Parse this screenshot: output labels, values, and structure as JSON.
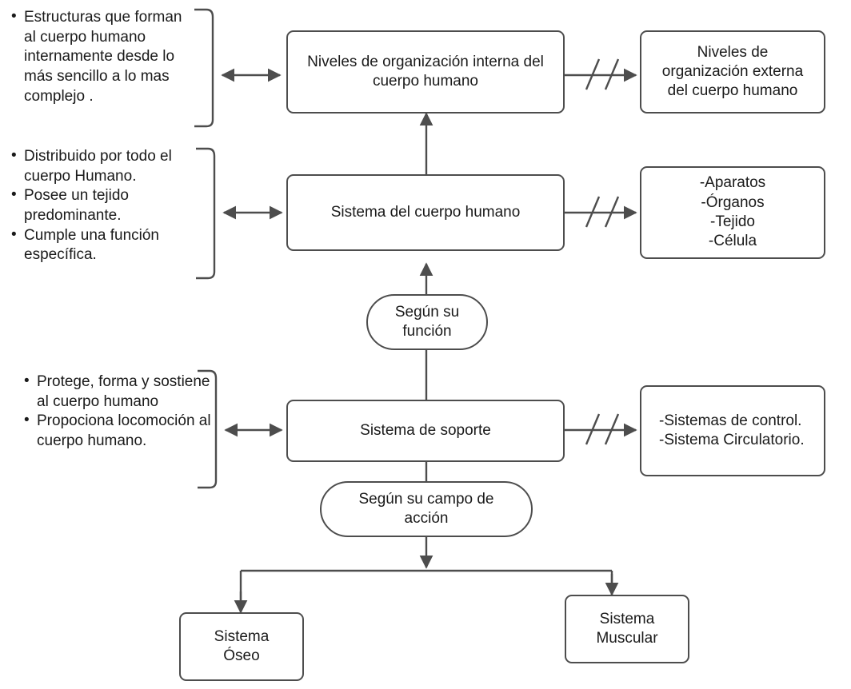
{
  "diagram": {
    "title": "Niveles de organización interna del cuerpo humano",
    "stroke_color": "#4d4d4d",
    "text_color": "#1a1a1a",
    "background_color": "#ffffff",
    "nodes": {
      "top_center": "Niveles de organización interna del\ncuerpo humano",
      "top_right": "Niveles de\norganización externa\ndel cuerpo humano",
      "mid_center": "Sistema del cuerpo humano",
      "mid_right": "-Aparatos\n-Órganos\n-Tejido\n-Célula",
      "connector_function": "Según su\nfunción",
      "support_center": "Sistema de soporte",
      "support_right": "-Sistemas de control.\n-Sistema Circulatorio.",
      "connector_field": "Según su campo de\nacción",
      "bottom_left": "Sistema\nÓseo",
      "bottom_right": "Sistema\nMuscular"
    },
    "bullet_groups": {
      "top": [
        "Estructuras que\nforman al cuerpo\nhumano internamente\ndesde lo más sencillo\na lo mas complejo ."
      ],
      "middle": [
        "Distribuido por todo el\ncuerpo Humano.",
        "Posee un tejido\npredominante.",
        "Cumple una función\nespecífica."
      ],
      "bottom": [
        "Protege, forma y\nsostiene al cuerpo\nhumano",
        "Propociona\nlocomoción al cuerpo\nhumano."
      ]
    },
    "edge_marks": {
      "break_symbol": "//"
    }
  }
}
